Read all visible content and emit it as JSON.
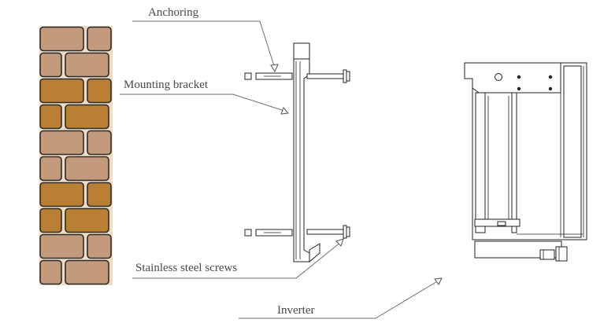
{
  "labels": {
    "anchoring": "Anchoring",
    "mounting_bracket": "Mounting bracket",
    "stainless_steel_screws": "Stainless steel screws",
    "inverter": "Inverter"
  },
  "colors": {
    "brick_light": "#c49a7c",
    "brick_dark": "#b97f35",
    "mortar": "#eddcc6",
    "outline": "#222222",
    "leader": "#6d6d6d",
    "label_text": "#4a4a4a"
  }
}
